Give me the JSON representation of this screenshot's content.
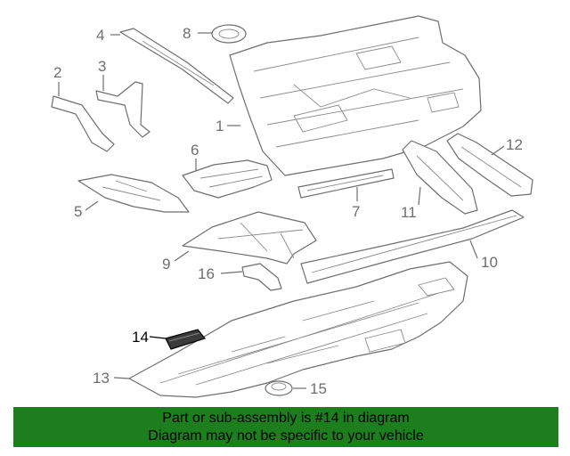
{
  "callouts": {
    "c1": "1",
    "c2": "2",
    "c3": "3",
    "c4": "4",
    "c5": "5",
    "c6": "6",
    "c7": "7",
    "c8": "8",
    "c9": "9",
    "c10": "10",
    "c11": "11",
    "c12": "12",
    "c13": "13",
    "c14": "14",
    "c15": "15",
    "c16": "16"
  },
  "highlighted_part": "14",
  "banner": {
    "line1": "Part or sub-assembly is #14 in diagram",
    "line2": "Diagram may not be specific to your vehicle"
  },
  "colors": {
    "banner_bg": "#1c7e1c",
    "line_art": "#6e6e6e",
    "highlight": "#000000"
  }
}
